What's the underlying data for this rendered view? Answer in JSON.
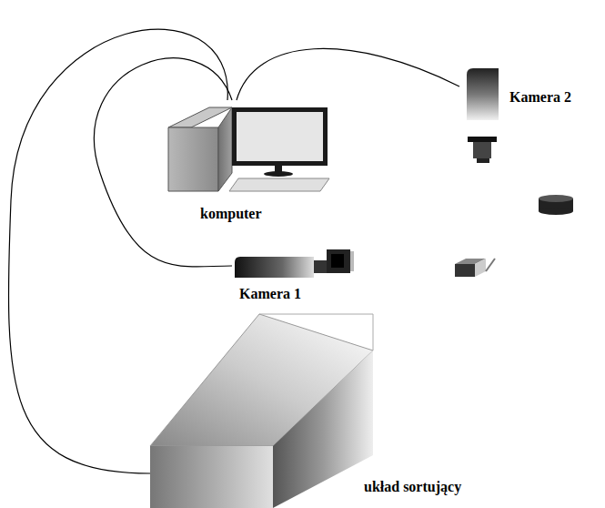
{
  "diagram": {
    "nodes": [
      {
        "text": [
          "komputer"
        ]
      },
      {
        "text": [
          "Kamera 2"
        ]
      },
      {
        "text": [
          "Kamera 1"
        ]
      },
      {
        "text": [
          "układ sortujący"
        ]
      }
    ],
    "edges": [
      {
        "from": 0,
        "to": 1,
        "arrow": "none"
      },
      {
        "from": 0,
        "to": 2,
        "arrow": "none"
      },
      {
        "from": 0,
        "to": 3,
        "arrow": "none"
      }
    ]
  }
}
